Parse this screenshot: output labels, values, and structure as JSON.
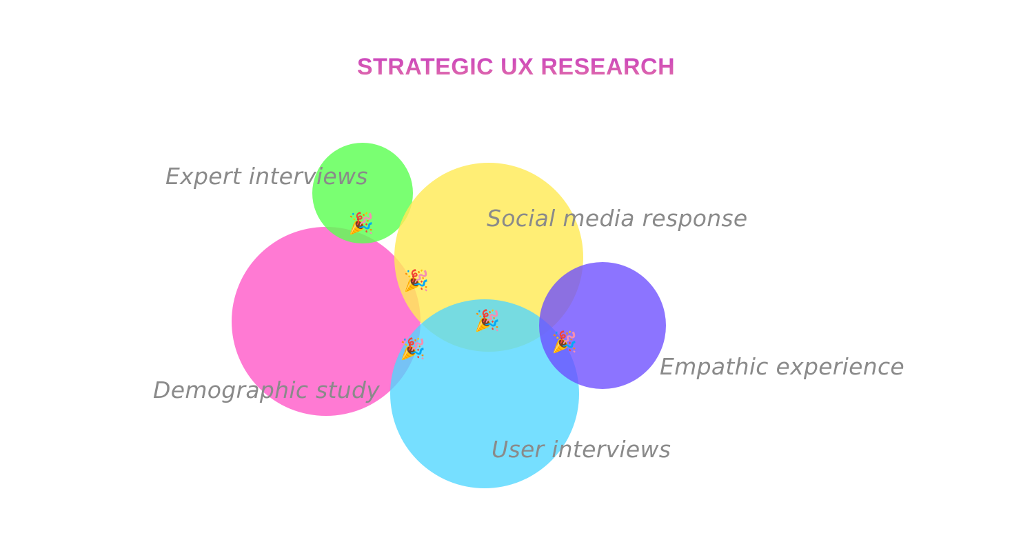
{
  "title": "STRATEGIC UX RESEARCH",
  "circles": [
    {
      "key": "expert",
      "label": "Expert interviews",
      "color": "#5dff53",
      "opacity": 0.82
    },
    {
      "key": "social",
      "label": "Social media response",
      "color": "#ffea57",
      "opacity": 0.82
    },
    {
      "key": "demographic",
      "label": "Demographic study",
      "color": "#ff55c6",
      "opacity": 0.78
    },
    {
      "key": "user",
      "label": "User interviews",
      "color": "#4fd6ff",
      "opacity": 0.78
    },
    {
      "key": "empathic",
      "label": "Empathic experience",
      "color": "#6c4dff",
      "opacity": 0.78
    }
  ],
  "intersection_icon": "party-popper-icon",
  "intersection_glyph": "🎉"
}
